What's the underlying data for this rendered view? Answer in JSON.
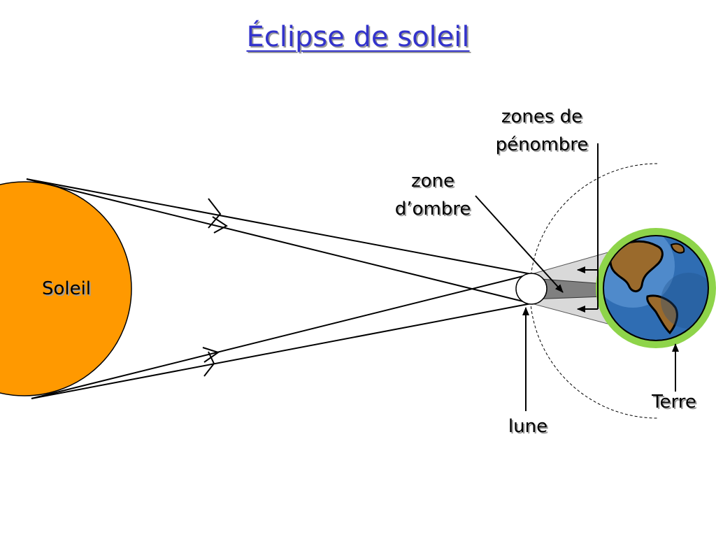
{
  "title": "Éclipse de soleil",
  "labels": {
    "sun": "Soleil",
    "penumbra_line1": "zones de",
    "penumbra_line2": "pénombre",
    "umbra_line1": "zone",
    "umbra_line2": "d’ombre",
    "moon": "lune",
    "earth": "Terre"
  },
  "colors": {
    "title": "#3333cc",
    "sun": "#ff9900",
    "earth_halo": "#8ed44a",
    "ocean": "#2f6db3",
    "land": "#9a6a2c",
    "penumbra": "#d9d9d9",
    "umbra": "#808080"
  }
}
